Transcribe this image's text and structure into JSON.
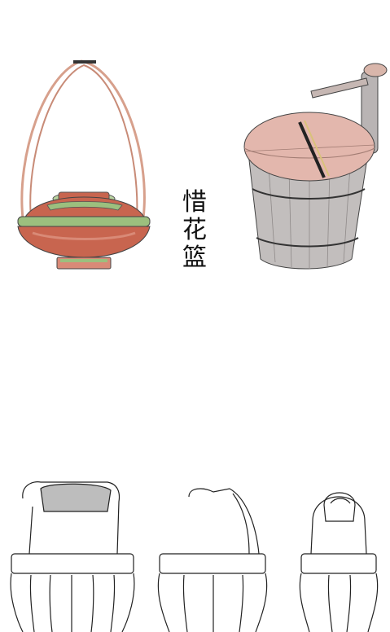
{
  "title": "惜花篮",
  "colors": {
    "lacquer_red": "#c8654f",
    "lacquer_red_light": "#d98a77",
    "jade_green": "#9cbf7e",
    "wood_gray": "#b9b4b4",
    "lid_pink": "#e3b7ad",
    "handle_tan": "#d7a08c",
    "line_ink": "#222222"
  },
  "figures": [
    {
      "name": "flower-basket-color",
      "icon": "lidded-basket-with-tall-handle"
    },
    {
      "name": "wooden-bucket-color",
      "icon": "banded-wooden-bucket-with-lever"
    },
    {
      "name": "basket-line-front",
      "icon": "line-drawing-front-view"
    },
    {
      "name": "basket-line-side",
      "icon": "line-drawing-side-view"
    },
    {
      "name": "basket-line-back",
      "icon": "line-drawing-back-view"
    }
  ]
}
